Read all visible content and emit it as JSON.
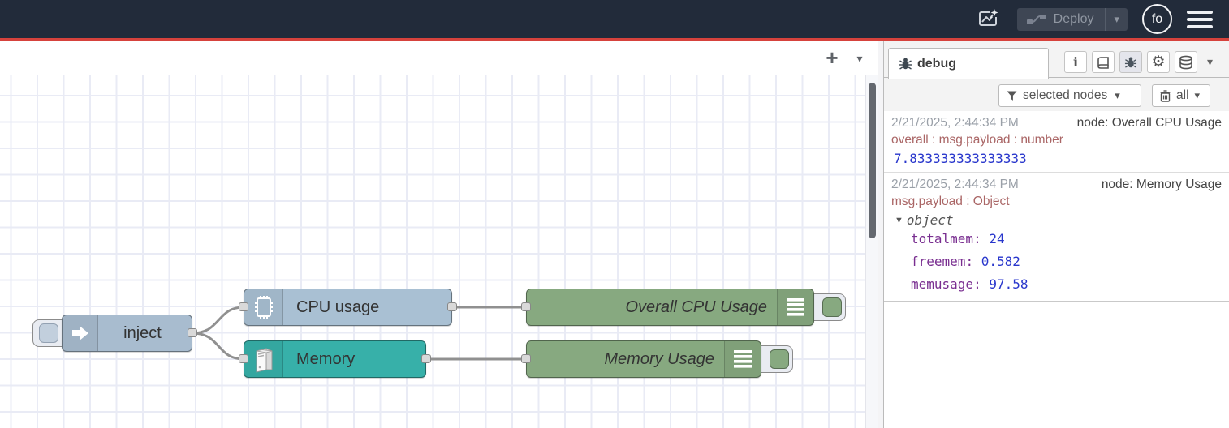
{
  "header": {
    "deploy_label": "Deploy",
    "avatar_initials": "fo"
  },
  "icons": {
    "plus": "+",
    "caret_down": "▾",
    "object_caret": "▼",
    "gear": "⚙",
    "info": "i"
  },
  "canvas": {
    "nodes": {
      "inject": {
        "label": "inject",
        "color": "#a8bccf"
      },
      "cpu": {
        "label": "CPU usage",
        "color": "#a9c0d3"
      },
      "memory": {
        "label": "Memory",
        "color": "#37b0a9"
      },
      "debug_cpu": {
        "label": "Overall CPU Usage",
        "color": "#87a980"
      },
      "debug_mem": {
        "label": "Memory Usage",
        "color": "#87a980"
      }
    },
    "wire_color": "#909090"
  },
  "sidebar": {
    "tab_label": "debug",
    "filter_button_label": "selected nodes",
    "clear_button_label": "all",
    "messages": [
      {
        "timestamp": "2/21/2025, 2:44:34 PM",
        "node": "node: Overall CPU Usage",
        "property": "overall : msg.payload : number",
        "value": "7.833333333333333"
      },
      {
        "timestamp": "2/21/2025, 2:44:34 PM",
        "node": "node: Memory Usage",
        "property": "msg.payload : Object",
        "object_label": "object",
        "fields": [
          {
            "key": "totalmem",
            "value": "24"
          },
          {
            "key": "freemem",
            "value": "0.582"
          },
          {
            "key": "memusage",
            "value": "97.58"
          }
        ]
      }
    ]
  },
  "colors": {
    "header_bg": "#222b3a",
    "accent_red": "#d6423c",
    "sidebar_bg": "#f3f3f3",
    "debug_value_blue": "#2836cc",
    "debug_key_purple": "#792e90",
    "debug_property_red": "#aa6666"
  }
}
